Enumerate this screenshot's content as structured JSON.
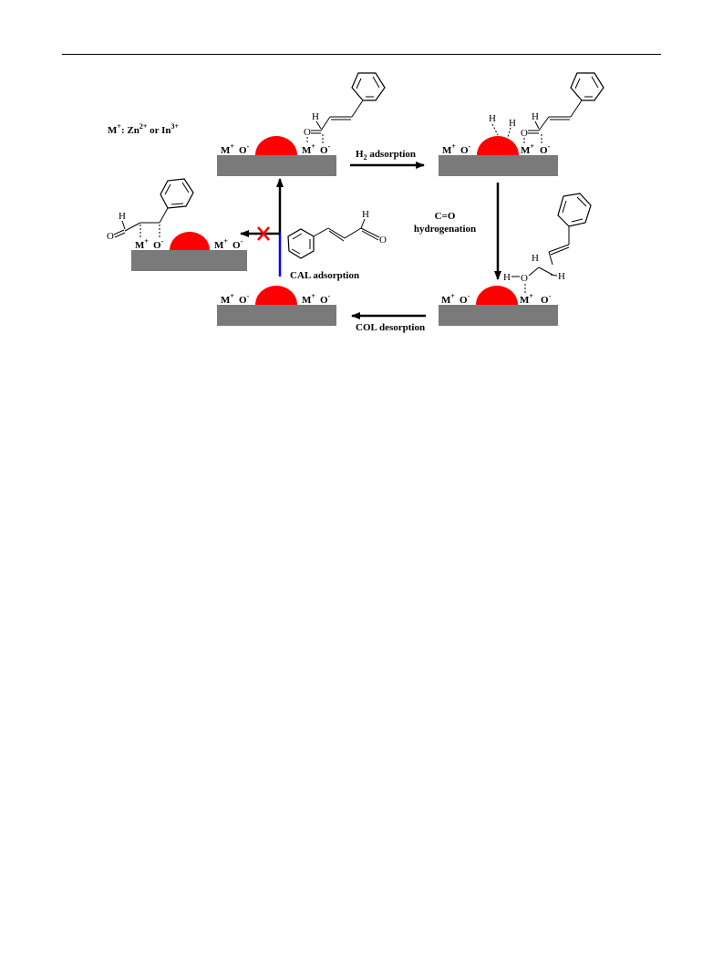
{
  "legend": {
    "prefix": "M",
    "prefix_sup": "+",
    "text": ":  Zn",
    "zn_sup": "2+",
    "mid": " or In",
    "in_sup": "3+"
  },
  "ions": {
    "metal": "M",
    "metal_charge": "+",
    "oxide": "O",
    "oxide_charge": "-"
  },
  "atoms": {
    "O": "O",
    "H": "H"
  },
  "steps": {
    "h2_adsorption": {
      "pre": "H",
      "sub": "2",
      "post": " adsorption"
    },
    "co_hydrogenation_line1": "C=O",
    "co_hydrogenation_line2": "hydrogenation",
    "col_desorption": "COL desorption",
    "cal_adsorption": "CAL adsorption"
  },
  "colors": {
    "support": "#7a7a7a",
    "metal_particle": "#ff0000",
    "blocked_path": "#0000ff",
    "block_mark": "#ff0000",
    "text": "#000000"
  }
}
